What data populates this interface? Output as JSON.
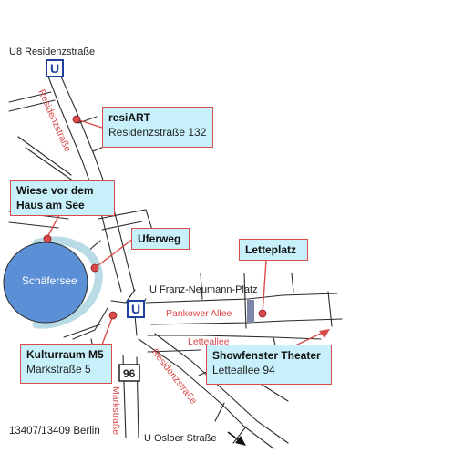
{
  "stations": {
    "residenzstrasse": "U8 Residenzstraße",
    "franz_neumann": "U Franz-Neumann-Platz",
    "osloer": "U Osloer Straße",
    "u_letter": "U"
  },
  "streets": {
    "residenz_north": "Residenzstraße",
    "residenz_south": "Residenzstraße",
    "markstrasse": "Markstraße",
    "pankower_allee": "Pankower Allee",
    "letteallee": "Letteallee"
  },
  "lake": "Schäfersee",
  "road_number": "96",
  "postal": "13407/13409 Berlin",
  "venues": {
    "resiart": {
      "title": "resiART",
      "address": "Residenzstraße 132"
    },
    "wiese": {
      "title_line1": "Wiese vor dem",
      "title_line2": "Haus am See"
    },
    "uferweg": {
      "title": "Uferweg"
    },
    "letteplatz": {
      "title": "Letteplatz"
    },
    "kulturraum": {
      "title": "Kulturraum M5",
      "address": "Markstraße 5"
    },
    "showfenster": {
      "title": "Showfenster Theater",
      "address": "Letteallee 94"
    }
  },
  "colors": {
    "accent_red": "#d94a4a",
    "box_fill": "#c8f0fb",
    "lake_fill": "#5b8fd6",
    "lake_ring": "#b9dbe6",
    "ubahn_blue": "#1f3fa0",
    "plaza_fill": "#7b86a8"
  }
}
